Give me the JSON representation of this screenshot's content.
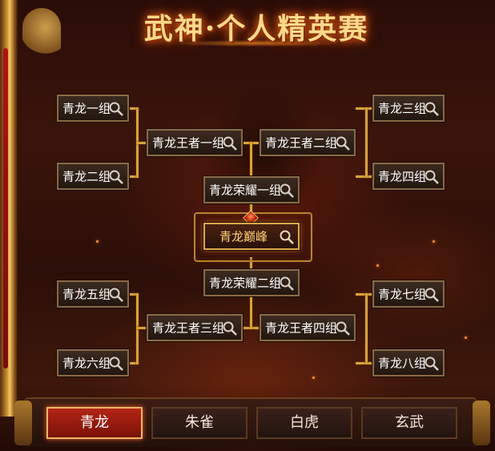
{
  "title": "武神·个人精英赛",
  "bracket": {
    "top_left": [
      "青龙一组",
      "青龙二组"
    ],
    "top_right": [
      "青龙三组",
      "青龙四组"
    ],
    "bottom_left": [
      "青龙五组",
      "青龙六组"
    ],
    "bottom_right": [
      "青龙七组",
      "青龙八组"
    ],
    "semi_top": [
      "青龙王者一组",
      "青龙王者二组"
    ],
    "semi_bottom": [
      "青龙王者三组",
      "青龙王者四组"
    ],
    "honor": [
      "青龙荣耀一组",
      "青龙荣耀二组"
    ],
    "final": "青龙巅峰"
  },
  "tabs": [
    {
      "label": "青龙",
      "active": true
    },
    {
      "label": "朱雀",
      "active": false
    },
    {
      "label": "白虎",
      "active": false
    },
    {
      "label": "玄武",
      "active": false
    }
  ],
  "colors": {
    "accent_gold": "#d8a23a",
    "active_tab": "#b32516",
    "title_glow": "#ff7a1a"
  },
  "icons": {
    "node_icon": "magnifier-icon"
  }
}
